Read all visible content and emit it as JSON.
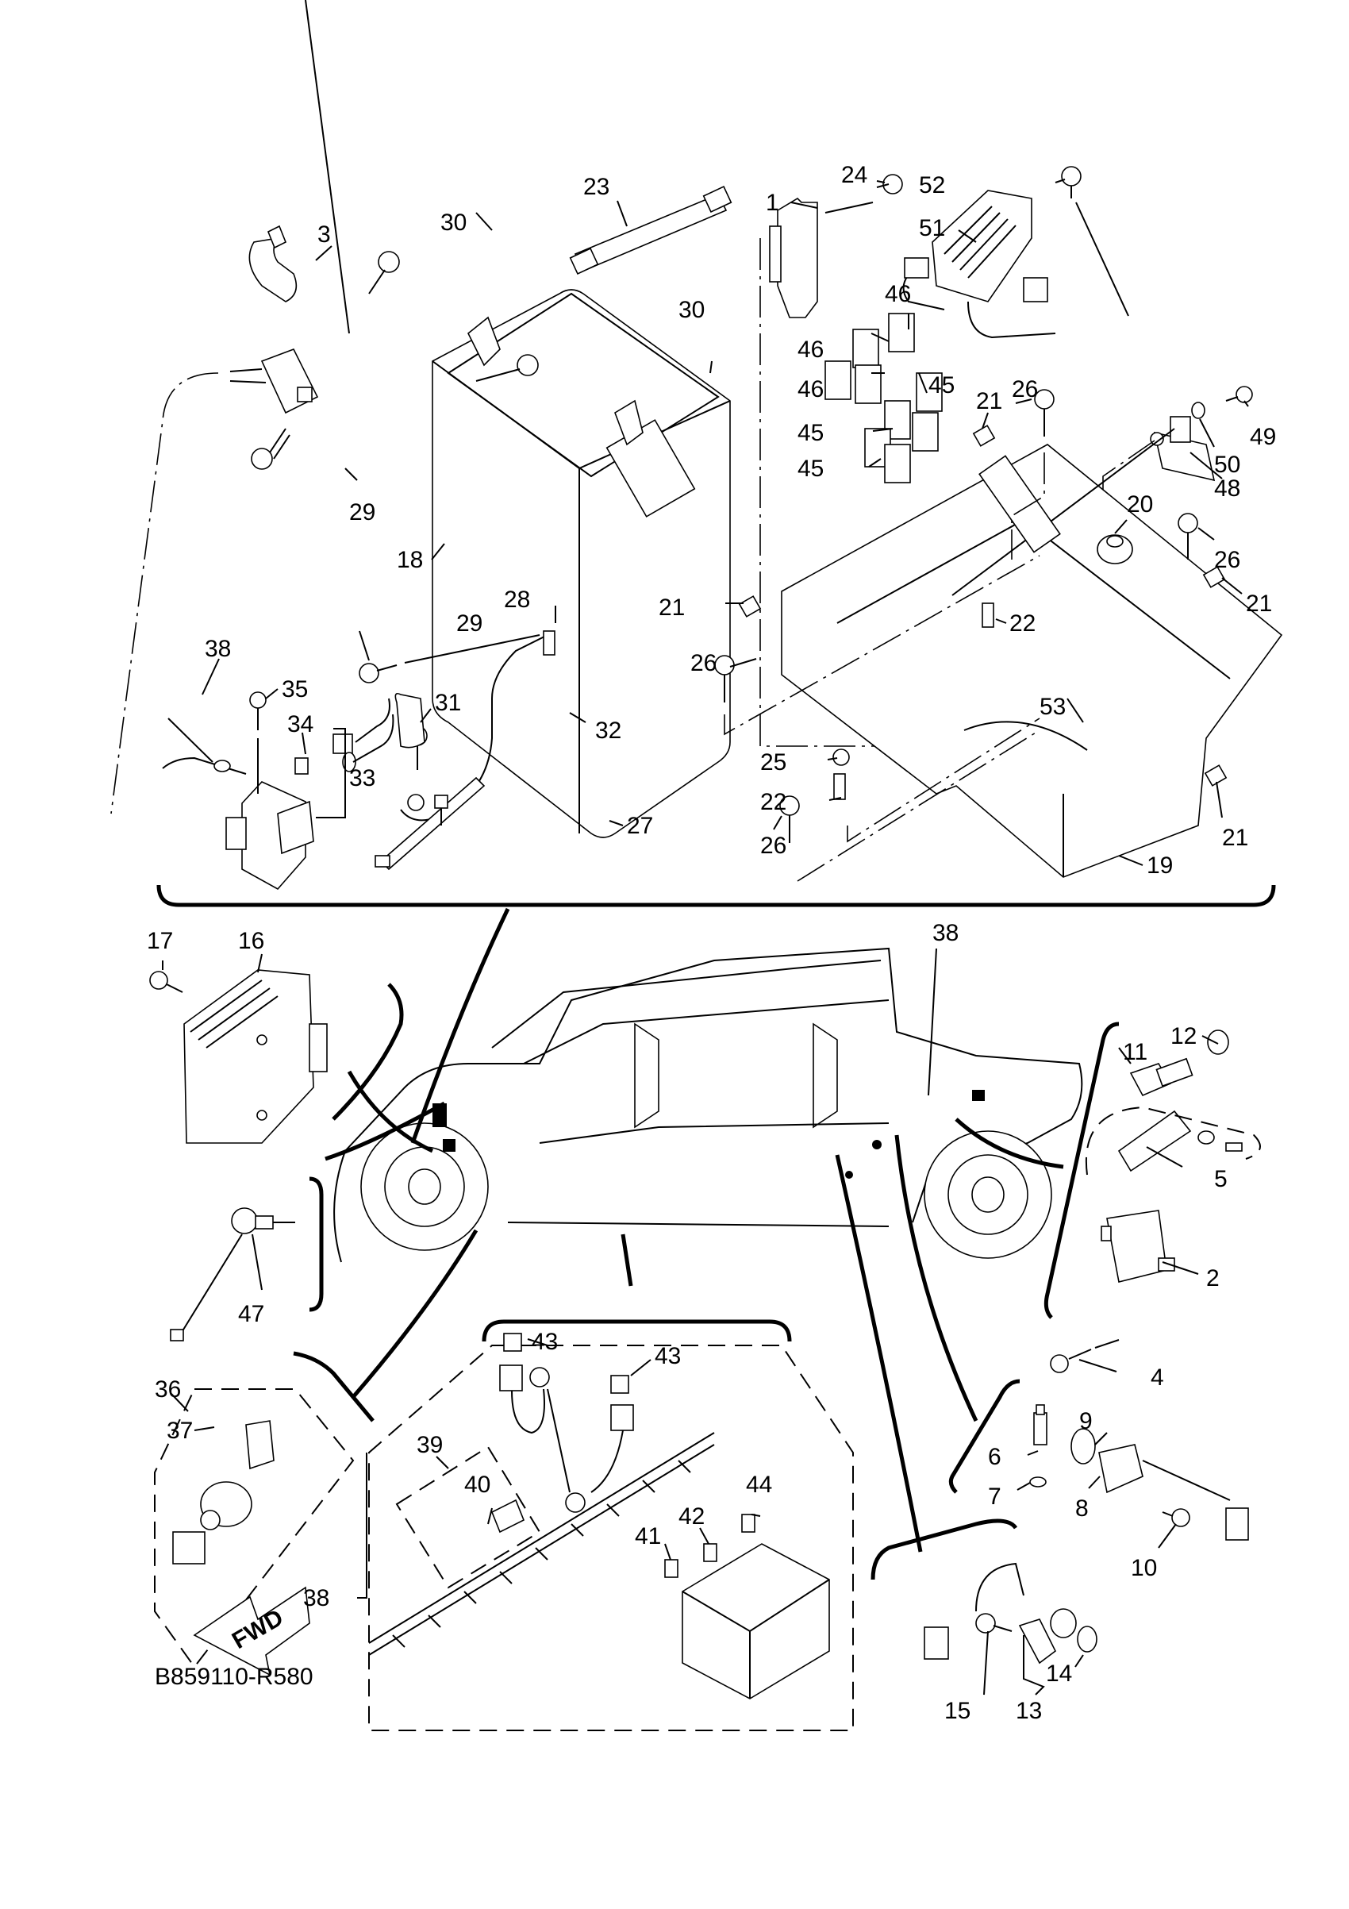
{
  "diagram": {
    "title": "Electrical parts exploded view",
    "drawing_code": "B859110-R580",
    "direction_label": "FWD",
    "callouts": [
      {
        "id": "c1",
        "label": "1"
      },
      {
        "id": "c2",
        "label": "2"
      },
      {
        "id": "c3",
        "label": "3"
      },
      {
        "id": "c4",
        "label": "4"
      },
      {
        "id": "c5",
        "label": "5"
      },
      {
        "id": "c6",
        "label": "6"
      },
      {
        "id": "c7",
        "label": "7"
      },
      {
        "id": "c8",
        "label": "8"
      },
      {
        "id": "c9",
        "label": "9"
      },
      {
        "id": "c10",
        "label": "10"
      },
      {
        "id": "c11",
        "label": "11"
      },
      {
        "id": "c12",
        "label": "12"
      },
      {
        "id": "c13",
        "label": "13"
      },
      {
        "id": "c14",
        "label": "14"
      },
      {
        "id": "c15",
        "label": "15"
      },
      {
        "id": "c16",
        "label": "16"
      },
      {
        "id": "c17",
        "label": "17"
      },
      {
        "id": "c18",
        "label": "18"
      },
      {
        "id": "c19",
        "label": "19"
      },
      {
        "id": "c20",
        "label": "20"
      },
      {
        "id": "c21a",
        "label": "21"
      },
      {
        "id": "c21b",
        "label": "21"
      },
      {
        "id": "c21c",
        "label": "21"
      },
      {
        "id": "c21d",
        "label": "21"
      },
      {
        "id": "c22a",
        "label": "22"
      },
      {
        "id": "c22b",
        "label": "22"
      },
      {
        "id": "c23",
        "label": "23"
      },
      {
        "id": "c24",
        "label": "24"
      },
      {
        "id": "c25",
        "label": "25"
      },
      {
        "id": "c26a",
        "label": "26"
      },
      {
        "id": "c26b",
        "label": "26"
      },
      {
        "id": "c26c",
        "label": "26"
      },
      {
        "id": "c26d",
        "label": "26"
      },
      {
        "id": "c27",
        "label": "27"
      },
      {
        "id": "c28",
        "label": "28"
      },
      {
        "id": "c29a",
        "label": "29"
      },
      {
        "id": "c29b",
        "label": "29"
      },
      {
        "id": "c30a",
        "label": "30"
      },
      {
        "id": "c30b",
        "label": "30"
      },
      {
        "id": "c31",
        "label": "31"
      },
      {
        "id": "c32",
        "label": "32"
      },
      {
        "id": "c33",
        "label": "33"
      },
      {
        "id": "c34",
        "label": "34"
      },
      {
        "id": "c35",
        "label": "35"
      },
      {
        "id": "c36",
        "label": "36"
      },
      {
        "id": "c37",
        "label": "37"
      },
      {
        "id": "c38a",
        "label": "38"
      },
      {
        "id": "c38b",
        "label": "38"
      },
      {
        "id": "c38c",
        "label": "38"
      },
      {
        "id": "c39",
        "label": "39"
      },
      {
        "id": "c40",
        "label": "40"
      },
      {
        "id": "c41",
        "label": "41"
      },
      {
        "id": "c42",
        "label": "42"
      },
      {
        "id": "c43a",
        "label": "43"
      },
      {
        "id": "c43b",
        "label": "43"
      },
      {
        "id": "c44",
        "label": "44"
      },
      {
        "id": "c45a",
        "label": "45"
      },
      {
        "id": "c45b",
        "label": "45"
      },
      {
        "id": "c45c",
        "label": "45"
      },
      {
        "id": "c46a",
        "label": "46"
      },
      {
        "id": "c46b",
        "label": "46"
      },
      {
        "id": "c46c",
        "label": "46"
      },
      {
        "id": "c47",
        "label": "47"
      },
      {
        "id": "c48",
        "label": "48"
      },
      {
        "id": "c49",
        "label": "49"
      },
      {
        "id": "c50",
        "label": "50"
      },
      {
        "id": "c51",
        "label": "51"
      },
      {
        "id": "c52",
        "label": "52"
      },
      {
        "id": "c53",
        "label": "53"
      }
    ]
  }
}
